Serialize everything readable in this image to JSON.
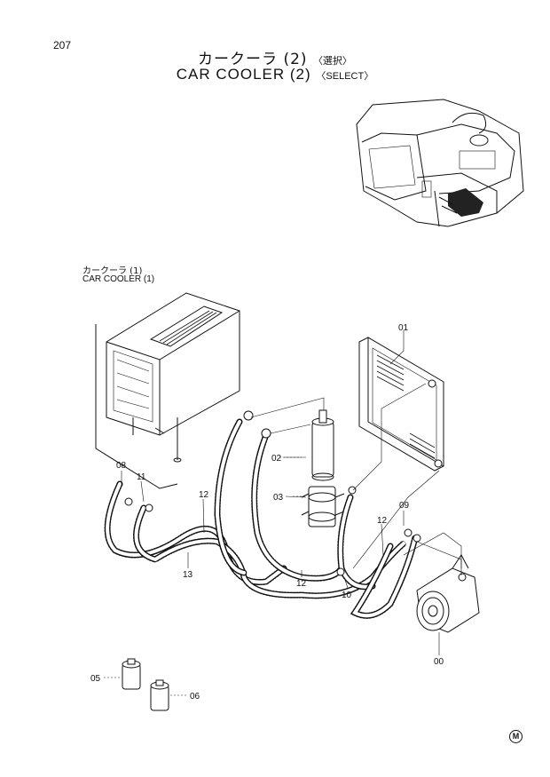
{
  "page": {
    "number": "207",
    "title_jp": "カークーラ (2)",
    "title_jp_suffix": "〈選択〉",
    "title_en": "CAR COOLER (2)",
    "title_en_suffix": "〈SELECT〉",
    "mark": "M"
  },
  "reference": {
    "label_jp": "カークーラ (1)",
    "label_en": "CAR COOLER (1)"
  },
  "callouts": {
    "c01": "01",
    "c02": "02",
    "c03": "03",
    "c05": "05",
    "c06": "06",
    "c08": "08",
    "c09": "09",
    "c10": "10",
    "c11": "11",
    "c12a": "12",
    "c12b": "12",
    "c12c": "12",
    "c13": "13",
    "c00": "00"
  }
}
